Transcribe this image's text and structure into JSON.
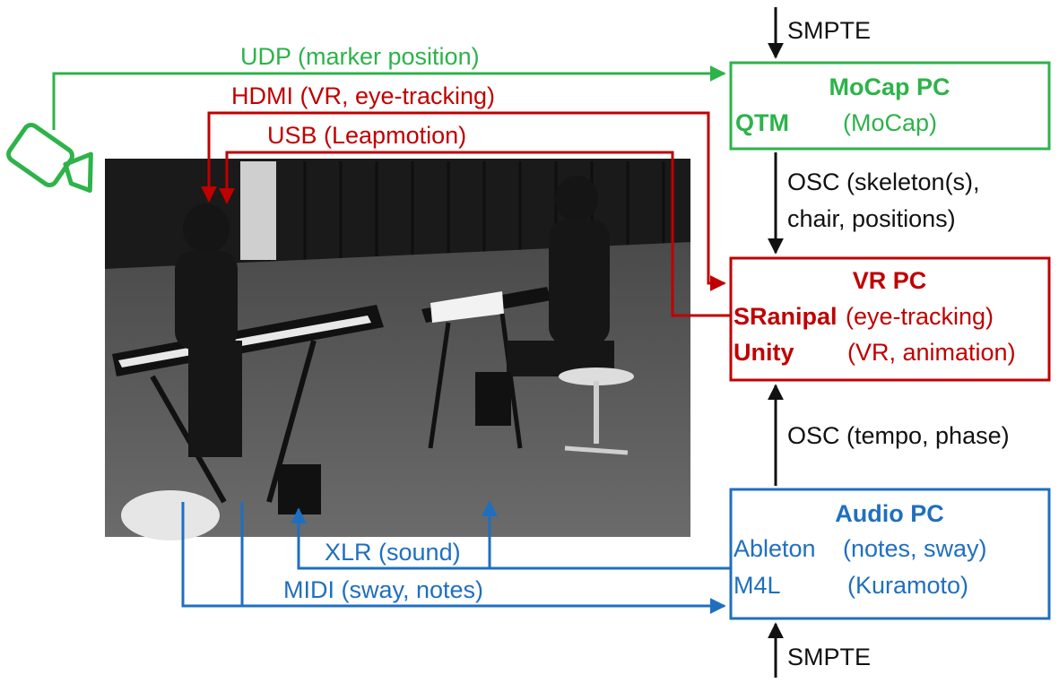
{
  "colors": {
    "green": "#2db34a",
    "red": "#c00000",
    "blue": "#1f6fc0",
    "black": "#111111"
  },
  "photo": {
    "description_icon": "photo-two-pianists-motion-capture"
  },
  "camera": {
    "icon": "video-camera-icon"
  },
  "boxes": {
    "mocap": {
      "title": "MoCap PC",
      "row1_name": "QTM",
      "row1_desc": "(MoCap)"
    },
    "vr": {
      "title": "VR PC",
      "row1_name": "SRanipal",
      "row1_desc": "(eye-tracking)",
      "row2_name": "Unity",
      "row2_desc": "(VR, animation)"
    },
    "audio": {
      "title": "Audio PC",
      "row1_name": "Ableton",
      "row1_desc": "(notes, sway)",
      "row2_name": "M4L",
      "row2_desc": "(Kuramoto)"
    }
  },
  "connections": {
    "smpte_top": "SMPTE",
    "smpte_bottom": "SMPTE",
    "osc_mocap_vr_line1": "OSC (skeleton(s),",
    "osc_mocap_vr_line2": "chair, positions)",
    "osc_audio_vr": "OSC (tempo, phase)",
    "udp": "UDP (marker position)",
    "hdmi": "HDMI (VR, eye-tracking)",
    "usb": "USB (Leapmotion)",
    "xlr": "XLR (sound)",
    "midi": "MIDI (sway, notes)"
  }
}
